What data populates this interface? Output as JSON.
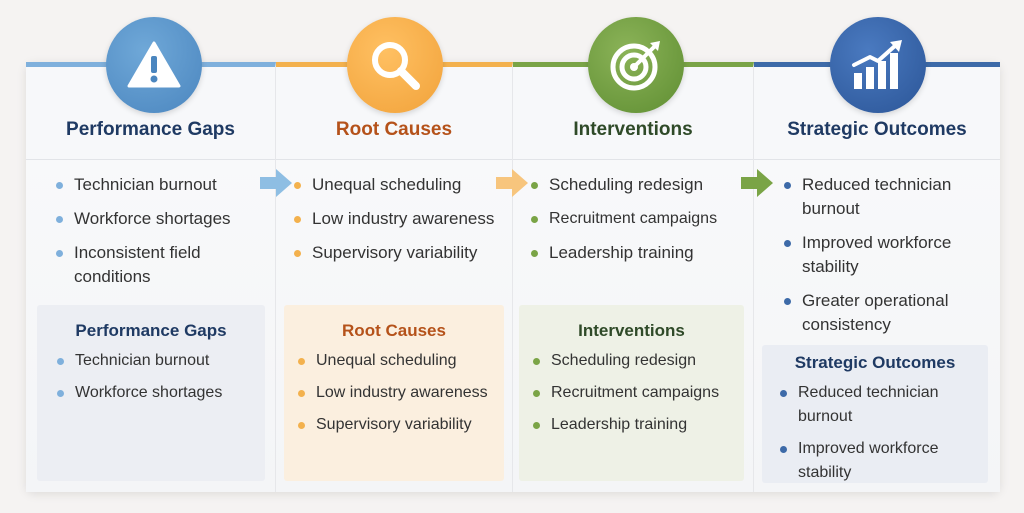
{
  "columns": [
    {
      "title": "Performance Gaps",
      "icon": "warning-icon",
      "accent": "#5b9ad0",
      "title_color": "#1f3a63",
      "items": [
        "Technician burnout",
        "Workforce shortages",
        "Inconsistent field conditions"
      ],
      "sub_title": "Performance Gaps",
      "sub_items": [
        "Technician burnout",
        "Workforce shortages"
      ]
    },
    {
      "title": "Root Causes",
      "icon": "magnifier-icon",
      "accent": "#f0a53b",
      "title_color": "#b5521a",
      "items": [
        "Unequal scheduling",
        "Low industry awareness",
        "Supervisory variability"
      ],
      "sub_title": "Root Causes",
      "sub_items": [
        "Unequal scheduling",
        "Low industry awareness",
        "Supervisory variability"
      ]
    },
    {
      "title": "Interventions",
      "icon": "target-icon",
      "accent": "#6f9a3a",
      "title_color": "#2f4a28",
      "items": [
        "Scheduling redesign",
        "Recruitment campaigns",
        "Leadership training"
      ],
      "sub_title": "Interventions",
      "sub_items": [
        "Scheduling redesign",
        "Recruitment campaigns",
        "Leadership training"
      ]
    },
    {
      "title": "Strategic Outcomes",
      "icon": "growth-chart-icon",
      "accent": "#2f5a9a",
      "title_color": "#1f3a63",
      "items": [
        "Reduced technician burnout",
        "Improved workforce stability",
        "Greater operational consistency"
      ],
      "sub_title": "Strategic Outcomes",
      "sub_items": [
        "Reduced technician burnout",
        "Improved workforce stability"
      ]
    }
  ]
}
